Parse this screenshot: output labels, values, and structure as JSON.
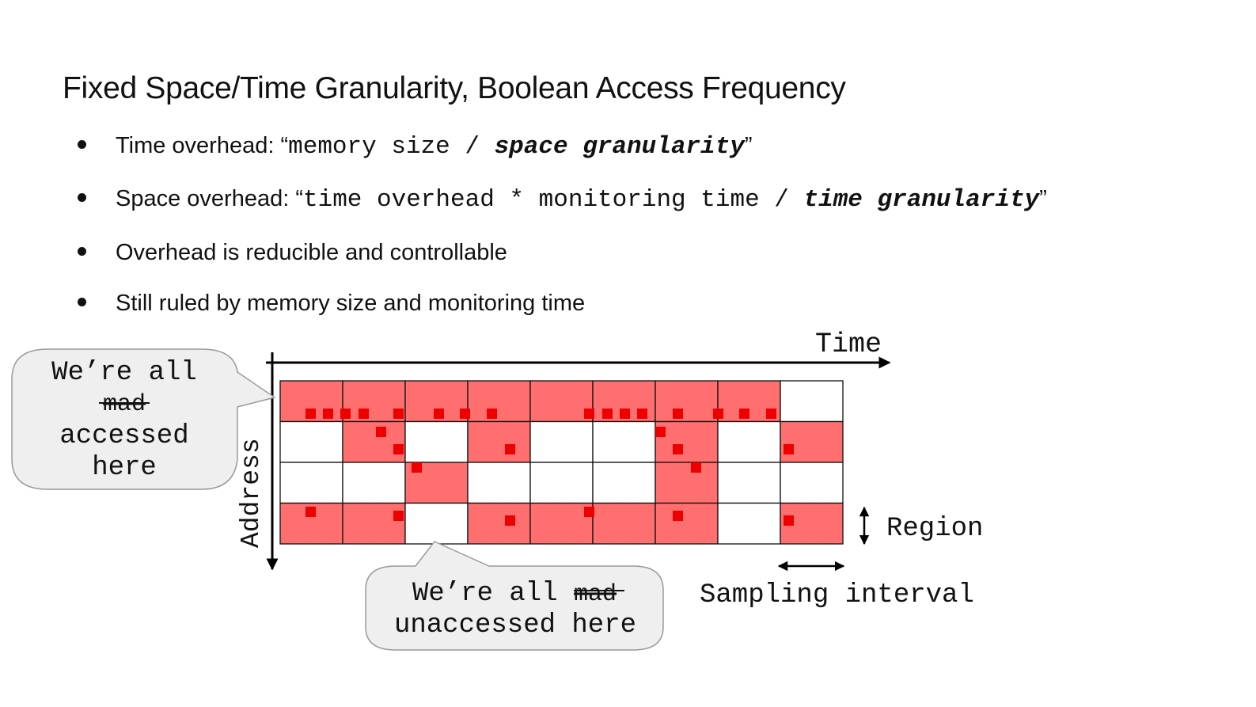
{
  "slide": {
    "title": "Fixed Space/Time Granularity, Boolean Access Frequency",
    "bullets": [
      {
        "prefix": "Time overhead: “",
        "mono": "memory size / ",
        "mono_emph": "space granularity",
        "suffix": "”"
      },
      {
        "prefix": "Space overhead: “",
        "mono": "time overhead * monitoring time / ",
        "mono_emph": "time granularity",
        "suffix": "”"
      },
      {
        "text": "Overhead is reducible and controllable"
      },
      {
        "text": "Still ruled by memory size and monitoring time"
      }
    ]
  },
  "diagram": {
    "x_axis_label": "Time",
    "y_axis_label": "Address",
    "region_label": "Region",
    "interval_label": "Sampling interval",
    "accessed_color": "#ff6f6f",
    "sample_color": "#ee0000",
    "grid": {
      "columns": 9,
      "rows": 4,
      "accessed": [
        [
          1,
          1,
          1,
          1,
          1,
          1,
          1,
          1,
          0
        ],
        [
          0,
          1,
          0,
          1,
          0,
          0,
          1,
          0,
          1
        ],
        [
          0,
          0,
          1,
          0,
          0,
          0,
          1,
          0,
          0
        ],
        [
          1,
          1,
          0,
          1,
          1,
          1,
          1,
          0,
          1
        ]
      ]
    },
    "callout_left": {
      "line1": "We’re all",
      "struck": "mad",
      "line3": "accessed",
      "line4": "here"
    },
    "callout_bottom": {
      "line1": "We’re all ",
      "struck": "mad",
      "line2": "unaccessed here"
    }
  }
}
